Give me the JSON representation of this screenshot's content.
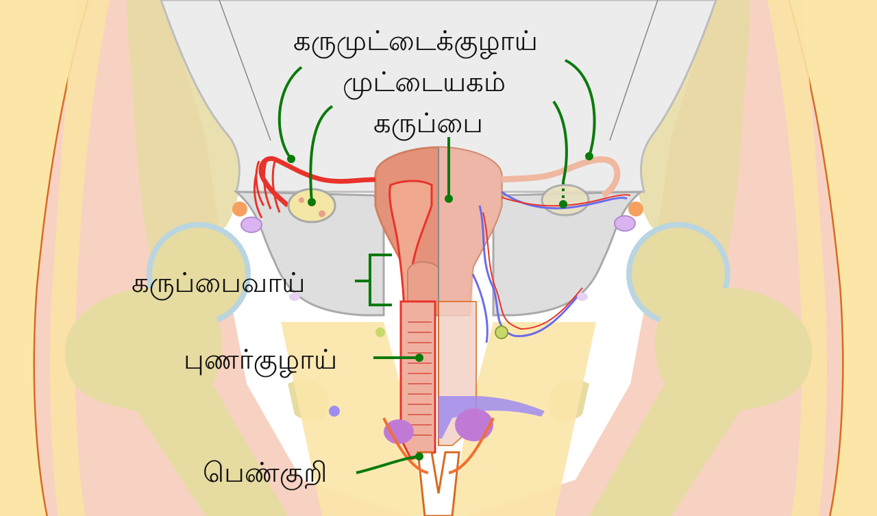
{
  "labels": {
    "fallopian_tube": "கருமுட்டைக்குழாய்",
    "ovary": "முட்டையகம்",
    "uterus": "கருப்பை",
    "cervix": "கருப்பைவாய்",
    "vagina": "புணர்குழாய்",
    "vulva": "பெண்குறி"
  },
  "colors": {
    "leader_line": "#0b7a0b",
    "skin_outline": "#d86a1f",
    "bone": "#e6dba1",
    "tissue": "#f2cfc4",
    "uterus": "#e5927a",
    "vessel_red": "#e8332a",
    "vessel_blue": "#6b6bea",
    "peritoneum": "#dcdcdc"
  }
}
